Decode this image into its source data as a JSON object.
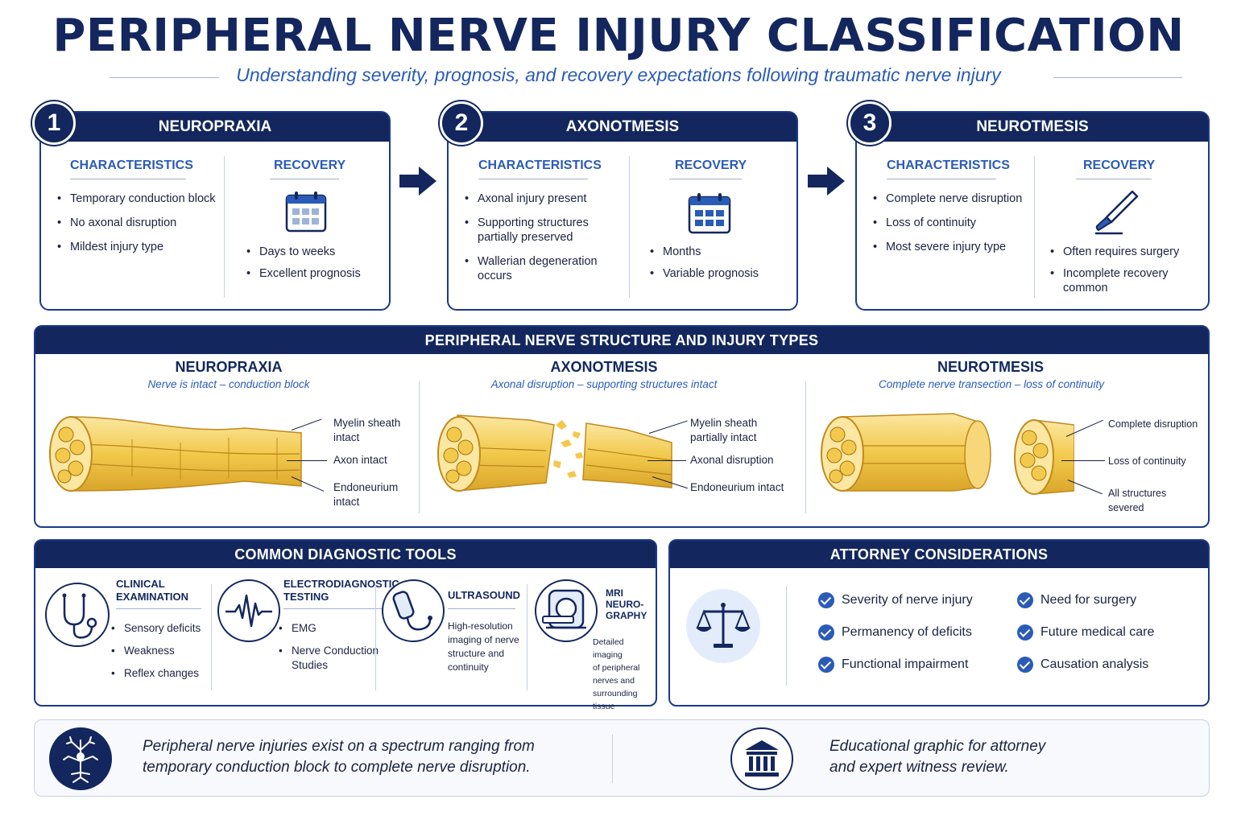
{
  "header": {
    "title": "PERIPHERAL NERVE INJURY CLASSIFICATION",
    "subtitle": "Understanding severity, prognosis, and recovery expectations following traumatic nerve injury"
  },
  "cards": [
    {
      "number": "1",
      "title": "NEUROPRAXIA",
      "characteristics_label": "CHARACTERISTICS",
      "characteristics": [
        "Temporary conduction block",
        "No axonal disruption",
        "Mildest injury type"
      ],
      "recovery_label": "RECOVERY",
      "recovery_icon": "calendar-icon",
      "recovery": [
        "Days to weeks",
        "Excellent prognosis"
      ]
    },
    {
      "number": "2",
      "title": "AXONOTMESIS",
      "characteristics_label": "CHARACTERISTICS",
      "characteristics": [
        "Axonal injury present",
        "Supporting structures",
        "partially preserved",
        "Wallerian degeneration",
        "occurs"
      ],
      "recovery_label": "RECOVERY",
      "recovery_icon": "calendar-icon",
      "recovery": [
        "Months",
        "Variable prognosis"
      ]
    },
    {
      "number": "3",
      "title": "NEUROTMESIS",
      "characteristics_label": "CHARACTERISTICS",
      "characteristics": [
        "Complete nerve disruption",
        "Loss of continuity",
        "Most severe injury type"
      ],
      "recovery_label": "RECOVERY",
      "recovery_icon": "scalpel-icon",
      "recovery": [
        "Often requires surgery",
        "Incomplete recovery",
        "common"
      ]
    }
  ],
  "structure": {
    "title": "PERIPHERAL NERVE STRUCTURE AND INJURY TYPES",
    "sections": [
      {
        "title": "NEUROPRAXIA",
        "subtitle": "Nerve is intact – conduction block",
        "labels": [
          [
            "Myelin sheath",
            "intact"
          ],
          [
            "Axon intact"
          ],
          [
            "Endoneurium",
            "intact"
          ]
        ]
      },
      {
        "title": "AXONOTMESIS",
        "subtitle": "Axonal disruption – supporting structures intact",
        "labels": [
          [
            "Myelin sheath",
            "partially intact"
          ],
          [
            "Axonal disruption"
          ],
          [
            "Endoneurium intact"
          ]
        ]
      },
      {
        "title": "NEUROTMESIS",
        "subtitle": "Complete nerve transection – loss of continuity",
        "labels": [
          [
            "Complete disruption"
          ],
          [
            "Loss of continuity"
          ],
          [
            "All structures",
            "severed"
          ]
        ]
      }
    ]
  },
  "diagnostics": {
    "title": "COMMON DIAGNOSTIC TOOLS",
    "tools": [
      {
        "title": [
          "CLINICAL",
          "EXAMINATION"
        ],
        "icon": "stethoscope-icon",
        "items": [
          "Sensory deficits",
          "Weakness",
          "Reflex changes"
        ]
      },
      {
        "title": [
          "ELECTRODIAGNOSTIC",
          "TESTING"
        ],
        "icon": "waveform-icon",
        "items": [
          "EMG",
          "Nerve Conduction",
          "Studies"
        ]
      },
      {
        "title": [
          "ULTRASOUND"
        ],
        "icon": "ultrasound-probe-icon",
        "text": [
          "High-resolution",
          "imaging of nerve",
          "structure and",
          "continuity"
        ]
      },
      {
        "title": [
          "MRI",
          "NEURO-",
          "GRAPHY"
        ],
        "icon": "mri-scanner-icon",
        "text": [
          "Detailed imaging",
          "of peripheral",
          "nerves and",
          "surrounding tissue"
        ]
      }
    ]
  },
  "attorney": {
    "title": "ATTORNEY CONSIDERATIONS",
    "icon": "scales-of-justice-icon",
    "items": [
      "Severity of nerve injury",
      "Permanency of deficits",
      "Functional impairment",
      "Need for surgery",
      "Future medical care",
      "Causation analysis"
    ]
  },
  "footer": {
    "left_icon": "nerve-cell-icon",
    "left_text": [
      "Peripheral nerve injuries exist on a spectrum ranging from",
      "temporary conduction block to complete nerve disruption."
    ],
    "right_icon": "courthouse-icon",
    "right_text": [
      "Educational graphic for attorney",
      "and expert witness review."
    ]
  },
  "colors": {
    "navy": "#13275e",
    "accent_blue": "#2a5bb6",
    "nerve_gold": "#f2c94c"
  }
}
